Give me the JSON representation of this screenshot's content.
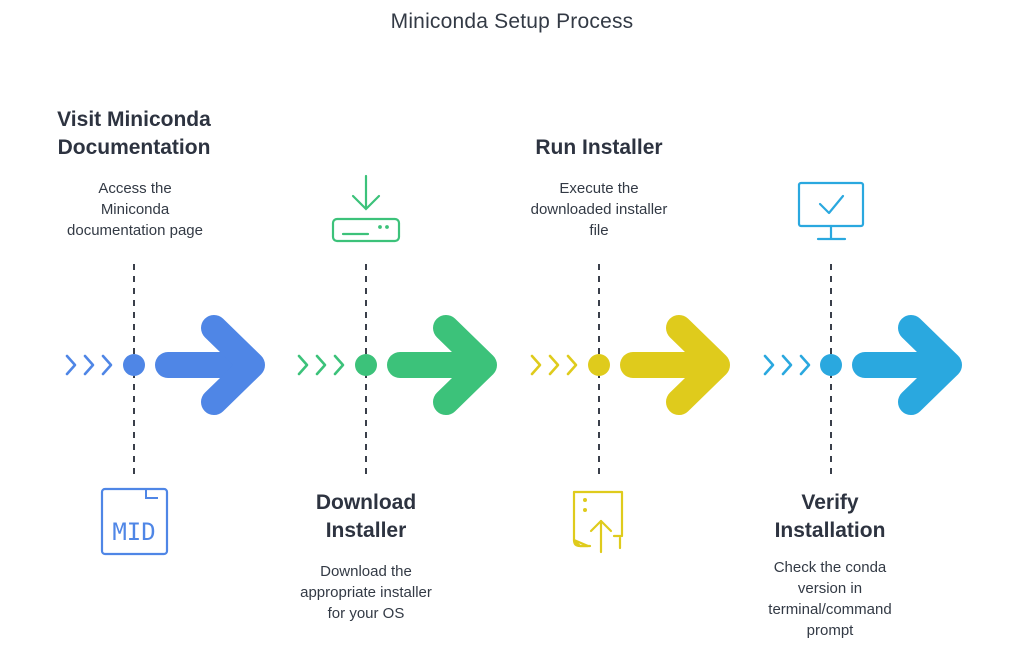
{
  "title": "Miniconda Setup Process",
  "colors": {
    "blue": "#4f86e6",
    "green": "#3cc27a",
    "yellow": "#dfcb1c",
    "cyan": "#2aa8df",
    "text": "#2d3340"
  },
  "steps": [
    {
      "title_line1": "Visit Miniconda",
      "title_line2": "Documentation",
      "desc_line1": "Access the",
      "desc_line2": "Miniconda",
      "desc_line3": "documentation page",
      "icon": "document-icon",
      "icon_text": "MID",
      "color": "#4f86e6"
    },
    {
      "title_line1": "Download",
      "title_line2": "Installer",
      "desc_line1": "Download the",
      "desc_line2": "appropriate installer",
      "desc_line3": "for your OS",
      "icon": "download-drive-icon",
      "color": "#3cc27a"
    },
    {
      "title_line1": "Run Installer",
      "desc_line1": "Execute the",
      "desc_line2": "downloaded installer",
      "desc_line3": "file",
      "icon": "run-file-icon",
      "color": "#dfcb1c"
    },
    {
      "title_line1": "Verify",
      "title_line2": "Installation",
      "desc_line1": "Check the conda",
      "desc_line2": "version in",
      "desc_line3": "terminal/command",
      "desc_line4": "prompt",
      "icon": "monitor-check-icon",
      "color": "#2aa8df"
    }
  ]
}
